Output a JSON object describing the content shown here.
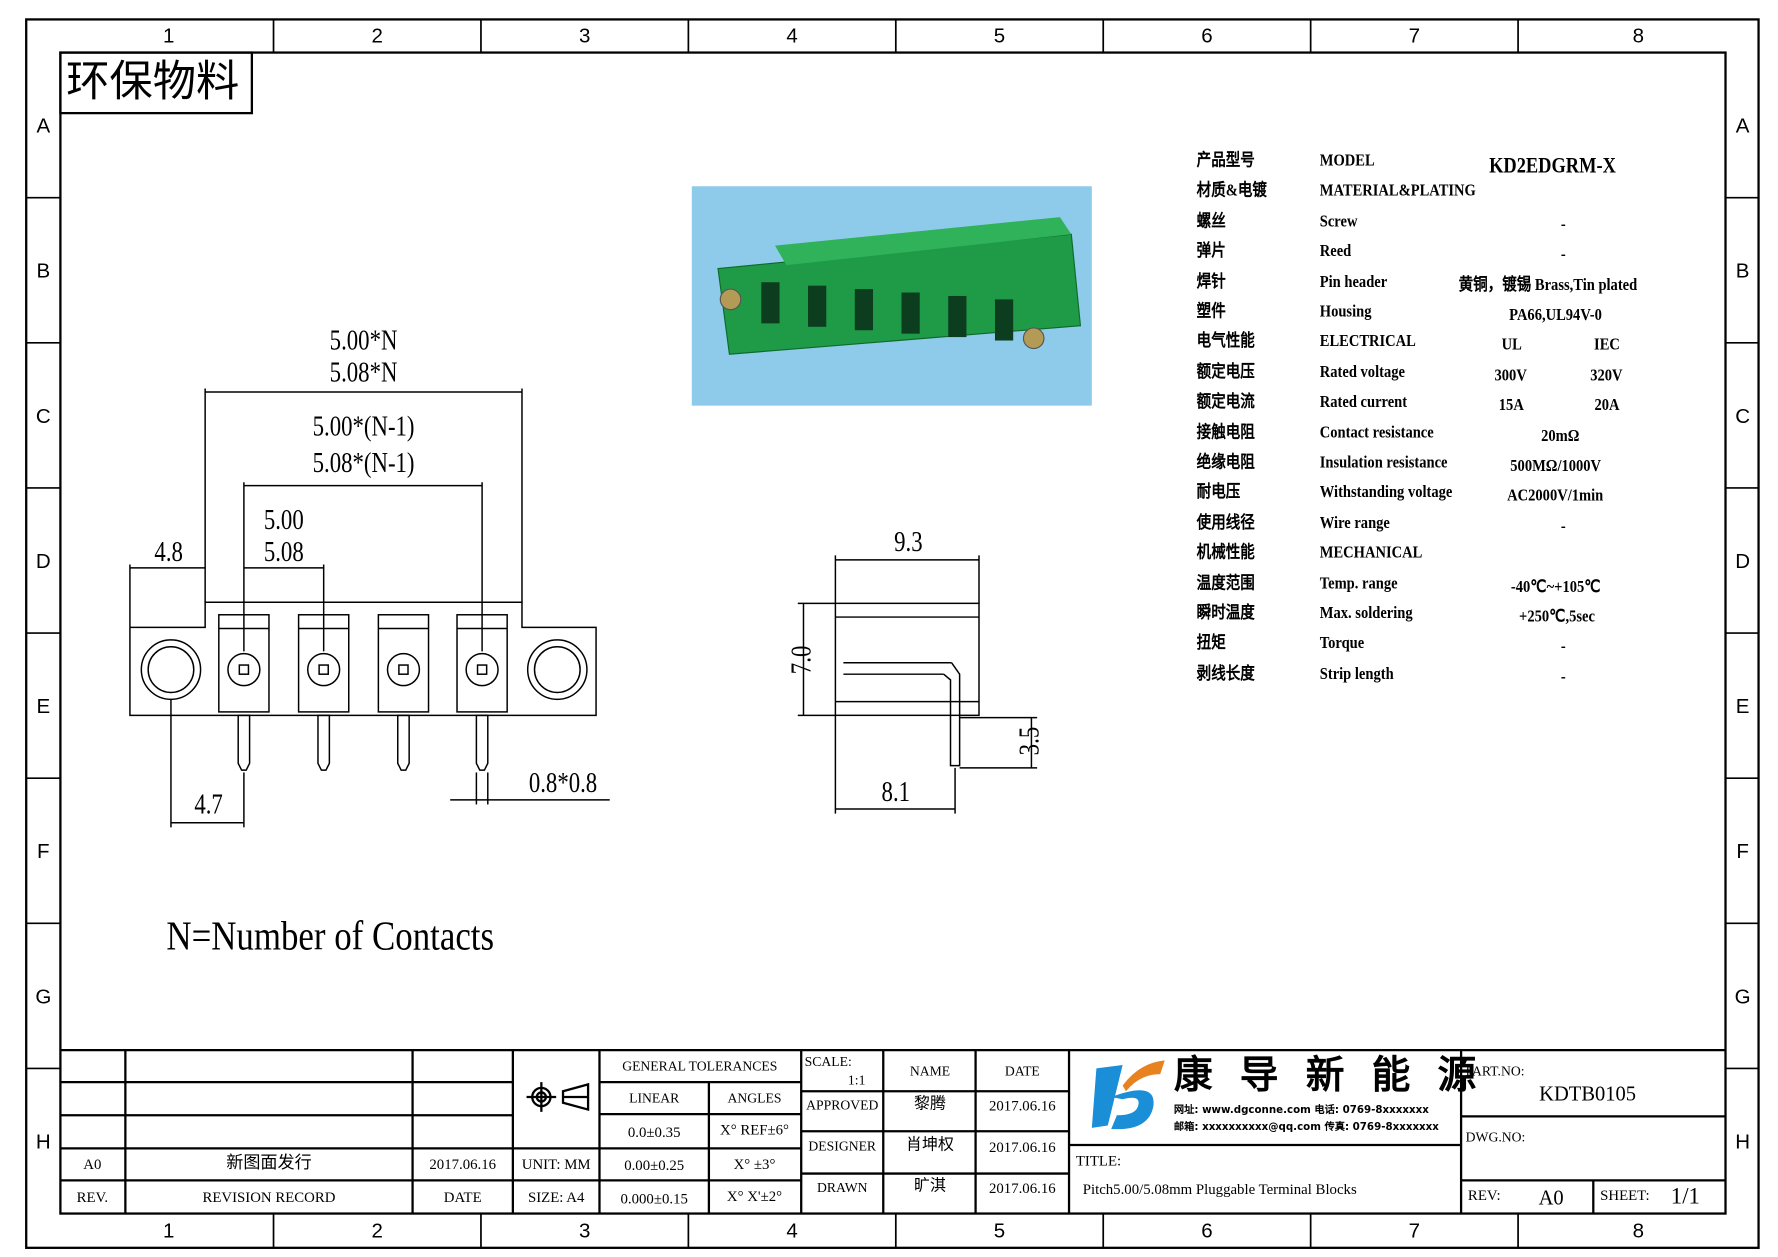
{
  "grid": {
    "columns": [
      "1",
      "2",
      "3",
      "4",
      "5",
      "6",
      "7",
      "8"
    ],
    "rows": [
      "A",
      "B",
      "C",
      "D",
      "E",
      "F",
      "G",
      "H"
    ]
  },
  "stamp": "环保物料",
  "photo_alt_colors": {
    "background": "#8ecbea",
    "housing": "#1f9b48"
  },
  "specs": {
    "rows": [
      {
        "cn": "产品型号",
        "en": "MODEL",
        "value": "KD2EDGRM-X"
      },
      {
        "cn": "材质&电镀",
        "en": "MATERIAL&PLATING",
        "value": ""
      },
      {
        "cn": "螺丝",
        "en": "Screw",
        "value": "-"
      },
      {
        "cn": "弹片",
        "en": "Reed",
        "value": "-"
      },
      {
        "cn": "焊针",
        "en": "Pin header",
        "value": "黄铜，镀锡 Brass,Tin plated"
      },
      {
        "cn": "塑件",
        "en": "Housing",
        "value": "PA66,UL94V-0"
      },
      {
        "cn": "电气性能",
        "en": "ELECTRICAL",
        "ul": "UL",
        "iec": "IEC"
      },
      {
        "cn": "额定电压",
        "en": "Rated voltage",
        "ul": "300V",
        "iec": "320V"
      },
      {
        "cn": "额定电流",
        "en": "Rated current",
        "ul": "15A",
        "iec": "20A"
      },
      {
        "cn": "接触电阻",
        "en": "Contact resistance",
        "value": "20mΩ"
      },
      {
        "cn": "绝缘电阻",
        "en": "Insulation resistance",
        "value": "500MΩ/1000V"
      },
      {
        "cn": "耐电压",
        "en": "Withstanding voltage",
        "value": "AC2000V/1min"
      },
      {
        "cn": "使用线径",
        "en": "Wire range",
        "value": "-"
      },
      {
        "cn": "机械性能",
        "en": "MECHANICAL",
        "value": ""
      },
      {
        "cn": "温度范围",
        "en": "Temp. range",
        "value": "-40℃~+105℃"
      },
      {
        "cn": "瞬时温度",
        "en": "Max. soldering",
        "value": "+250℃,5sec"
      },
      {
        "cn": "扭矩",
        "en": "Torque",
        "value": "-"
      },
      {
        "cn": "剥线长度",
        "en": "Strip length",
        "value": "-"
      }
    ]
  },
  "dims": {
    "total_a": "5.00*N",
    "total_b": "5.08*N",
    "span_a": "5.00*(N-1)",
    "span_b": "5.08*(N-1)",
    "pitch_a": "5.00",
    "pitch_b": "5.08",
    "edge": "4.8",
    "pin_offset": "4.7",
    "pin_size": "0.8*0.8",
    "side_width": "9.3",
    "side_height": "7.0",
    "pin_len": "3.5",
    "pin_depth": "8.1"
  },
  "note": "N=Number of Contacts",
  "titleblock": {
    "rev_rows": [
      {
        "rev": "A0",
        "record": "新图面发行",
        "date": "2017.06.16"
      }
    ],
    "rev_header": {
      "rev": "REV.",
      "record": "REVISION RECORD",
      "date": "DATE"
    },
    "unit": "UNIT: MM",
    "size": "SIZE: A4",
    "tolerances": {
      "title": "GENERAL TOLERANCES",
      "linear": "LINEAR",
      "angles": "ANGLES",
      "rows": [
        [
          "0.0±0.35",
          "X° REF±6°"
        ],
        [
          "0.00±0.25",
          "X° ±3°"
        ],
        [
          "0.000±0.15",
          "X° X'±2°"
        ]
      ]
    },
    "scale_label": "SCALE:",
    "scale": "1:1",
    "name": "NAME",
    "date": "DATE",
    "people": [
      {
        "role": "APPROVED",
        "name": "黎腾",
        "date": "2017.06.16"
      },
      {
        "role": "DESIGNER",
        "name": "肖坤权",
        "date": "2017.06.16"
      },
      {
        "role": "DRAWN",
        "name": "旷淇",
        "date": "2017.06.16"
      }
    ],
    "company": "康 导 新 能 源",
    "company_line1": "网址: www.dgconne.com  电话: 0769-8xxxxxxx",
    "company_line2": "邮箱: xxxxxxxxxx@qq.com 传真: 0769-8xxxxxxx",
    "title_label": "TITLE:",
    "title": "Pitch5.00/5.08mm Pluggable Terminal Blocks",
    "part_no_label": "PART.NO:",
    "part_no": "KDTB0105",
    "dwg_no_label": "DWG.NO:",
    "rev_label": "REV:",
    "rev": "A0",
    "sheet_label": "SHEET:",
    "sheet": "1/1"
  }
}
